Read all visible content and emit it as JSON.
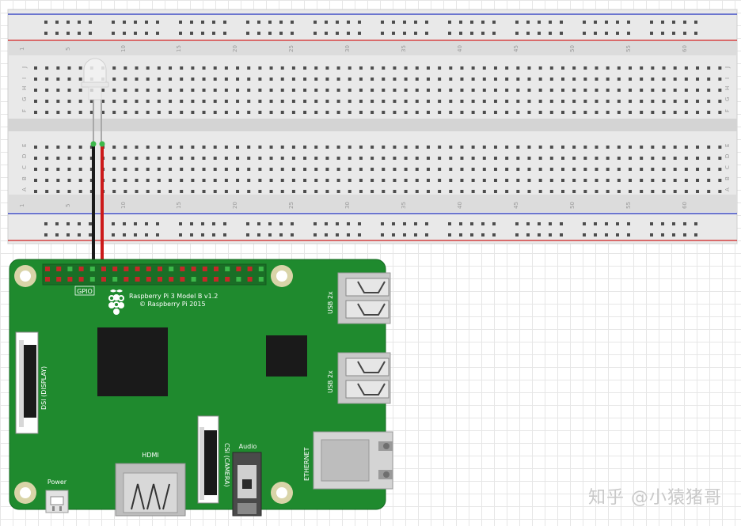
{
  "breadboard": {
    "column_numbers": [
      "1",
      "5",
      "10",
      "15",
      "20",
      "25",
      "30",
      "35",
      "40",
      "45",
      "50",
      "55",
      "60"
    ],
    "top_row_letters": [
      "J",
      "I",
      "H",
      "G",
      "F"
    ],
    "bottom_row_letters": [
      "E",
      "D",
      "C",
      "B",
      "A"
    ],
    "rail_colors": {
      "positive": "#d02020",
      "negative": "#2030c0"
    }
  },
  "board": {
    "model_line1": "Raspberry Pi 3 Model B v1.2",
    "model_line2": "© Raspberry Pi 2015",
    "gpio_label": "GPIO",
    "usb_label_1": "USB 2x",
    "usb_label_2": "USB 2x",
    "display_label": "DSI (DISPLAY)",
    "camera_label": "CSI (CAMERA)",
    "hdmi_label": "HDMI",
    "audio_label": "Audio",
    "power_label": "Power",
    "ethernet_label": "ETHERNET",
    "pcb_color": "#1f8a2e"
  },
  "wires": [
    {
      "name": "ground-wire",
      "color": "#1a1a1a"
    },
    {
      "name": "signal-wire",
      "color": "#cc1a1a"
    }
  ],
  "watermark": "知乎 @小猿猪哥"
}
